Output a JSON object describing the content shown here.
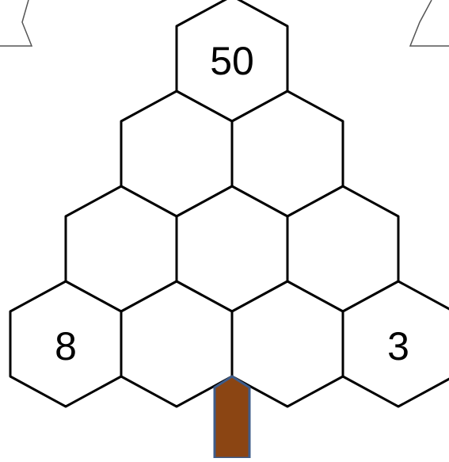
{
  "puzzle": {
    "rows": [
      {
        "cells": [
          {
            "value": "50"
          }
        ]
      },
      {
        "cells": [
          {
            "value": ""
          },
          {
            "value": ""
          }
        ]
      },
      {
        "cells": [
          {
            "value": ""
          },
          {
            "value": ""
          },
          {
            "value": ""
          }
        ]
      },
      {
        "cells": [
          {
            "value": "8"
          },
          {
            "value": ""
          },
          {
            "value": ""
          },
          {
            "value": "3"
          }
        ]
      }
    ]
  },
  "colors": {
    "line": "#000000",
    "trunk_fill": "#8B4513",
    "trunk_outline": "#3E5C8A",
    "background": "#ffffff"
  }
}
